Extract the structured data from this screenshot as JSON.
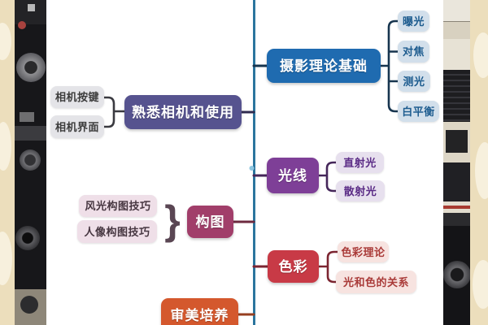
{
  "palette": {
    "canvas": "#ffffff",
    "backdrop_beige": "#ecdebc",
    "backdrop_beige_light": "#f7f0dd",
    "photo_dark": "#17171a",
    "lens_cream": "#e7e2d5",
    "lens_red_ring": "#a73a30"
  },
  "mindmap": {
    "spine_color": "#2b759e",
    "spine_marker_color": "#8ec6e0",
    "brace_glyph": "}",
    "branches": [
      {
        "id": "camera-basics",
        "label": "熟悉相机和使用",
        "color": "#56538f",
        "connector": "#2f2b4f",
        "bracket": "#3a3a40",
        "children_bg": "#e4e4e8",
        "children_fg": "#3c3c3c",
        "children": [
          "相机按键",
          "相机界面"
        ]
      },
      {
        "id": "photography-theory",
        "label": "摄影理论基础",
        "color": "#1f6bb0",
        "connector": "#17354f",
        "bracket": "#17354f",
        "children_bg": "#d2dfeb",
        "children_fg": "#1d5c8f",
        "children": [
          "曝光",
          "对焦",
          "测光",
          "白平衡"
        ]
      },
      {
        "id": "light",
        "label": "光线",
        "color": "#7e3f97",
        "connector": "#45275a",
        "bracket": "#45275a",
        "children_bg": "#e7e0ee",
        "children_fg": "#5b2c86",
        "children": [
          "直射光",
          "散射光"
        ]
      },
      {
        "id": "composition",
        "label": "构图",
        "color": "#a13e6a",
        "connector": "#6d2a3f",
        "bracket": "#5a4653",
        "children_bg": "#efdfe8",
        "children_fg": "#463640",
        "children": [
          "风光构图技巧",
          "人像构图技巧"
        ]
      },
      {
        "id": "color",
        "label": "色彩",
        "color": "#c83a46",
        "connector": "#7c2531",
        "bracket": "#7c2531",
        "children_bg": "#f7e3e0",
        "children_fg": "#a93a38",
        "children": [
          "色彩理论",
          "光和色的关系"
        ]
      },
      {
        "id": "aesthetics",
        "label": "审美培养",
        "color": "#d4582d",
        "connector": "#963f20",
        "children": []
      }
    ]
  }
}
